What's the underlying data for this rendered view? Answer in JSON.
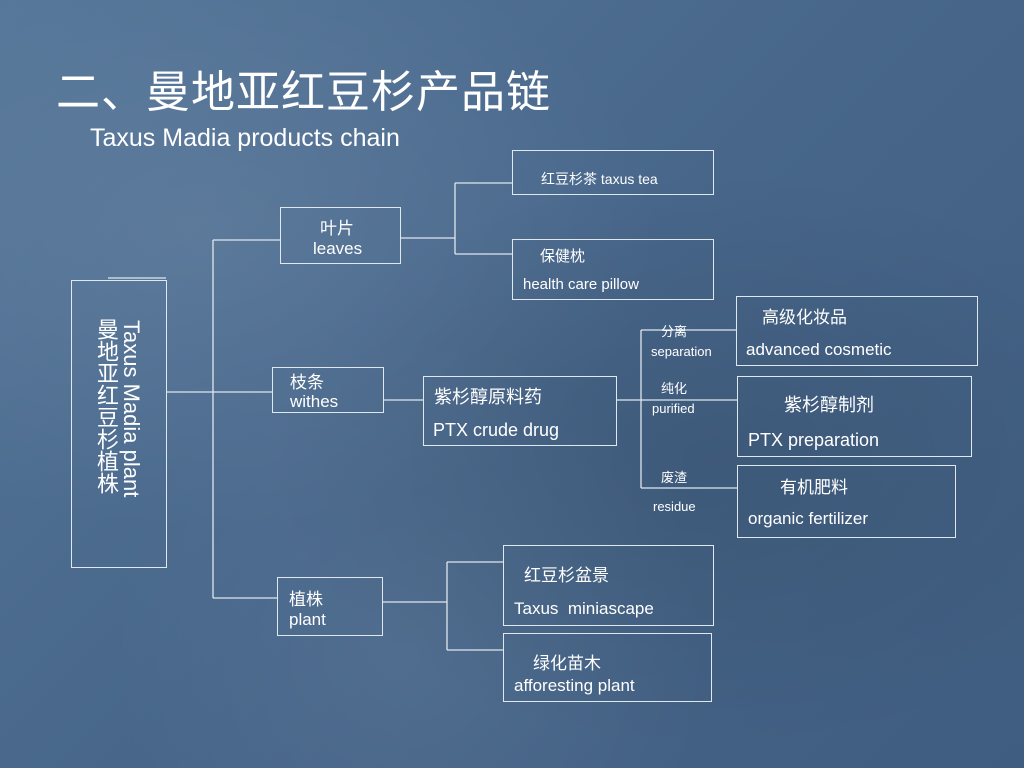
{
  "slide": {
    "title_cn": "二、曼地亚红豆杉产品链",
    "title_en": "Taxus Madia products chain"
  },
  "root": {
    "cn": "曼地亚红豆杉植株",
    "en": "Taxus Madia plant"
  },
  "leaves": {
    "cn": "叶片",
    "en": "leaves"
  },
  "withes": {
    "cn": "枝条",
    "en": "withes"
  },
  "plant": {
    "cn": "植株",
    "en": "plant"
  },
  "taxus_tea": {
    "cn": "红豆杉茶",
    "en": "taxus tea"
  },
  "pillow": {
    "cn": "保健枕",
    "en": "health care pillow"
  },
  "ptx_crude": {
    "cn": "紫杉醇原料药",
    "en": "PTX crude drug"
  },
  "cosmetic": {
    "cn": "高级化妆品",
    "en": "advanced cosmetic"
  },
  "ptx_prep": {
    "cn": "紫杉醇制剂",
    "en": "PTX preparation"
  },
  "fertilizer": {
    "cn": "有机肥料",
    "en": "organic fertilizer"
  },
  "miniascape": {
    "cn": "红豆杉盆景",
    "en": "Taxus  miniascape"
  },
  "afforesting": {
    "cn": "绿化苗木",
    "en": "afforesting plant"
  },
  "edge_separation": {
    "cn": "分离",
    "en": "separation"
  },
  "edge_purified": {
    "cn": "纯化",
    "en": "purified"
  },
  "edge_residue": {
    "cn": "废渣",
    "en": "residue"
  }
}
